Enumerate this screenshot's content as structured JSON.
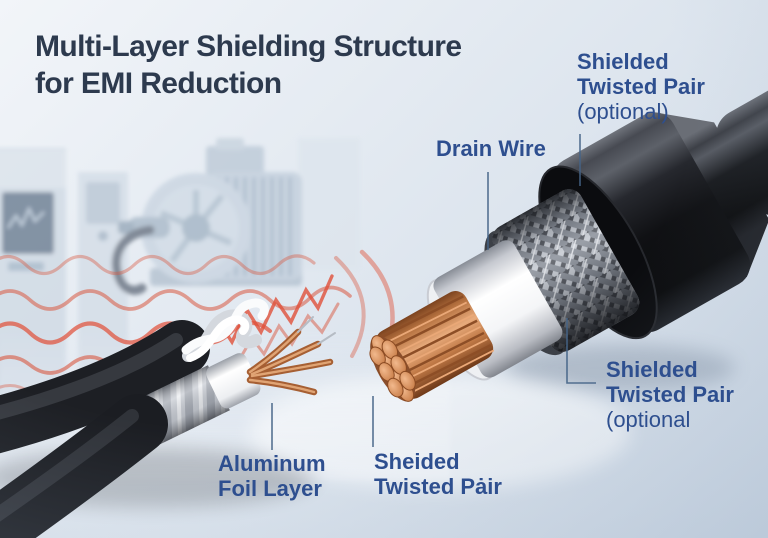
{
  "title": {
    "line1": "Multi-Layer Shielding Structure",
    "line2": "for EMI Reduction"
  },
  "callouts": {
    "drain_wire": {
      "label": "Drain Wire"
    },
    "stp_top": {
      "line1": "Shielded",
      "line2": "Twisted Pair",
      "line3": "(optional)"
    },
    "stp_right": {
      "line1": "Shielded",
      "line2": "Twisted Pair",
      "line3": "(optional"
    },
    "aluminum_foil": {
      "line1": "Aluminum",
      "line2": "Foil Layer"
    },
    "stp_bottom": {
      "line1": "Sheided",
      "line2": "Twisted Pȧir"
    }
  },
  "colors": {
    "title": "#2d3a4e",
    "label": "#2e4f8f",
    "leader": "#456487",
    "bg_top": "#f2f5f9",
    "bg_mid": "#dde5ee",
    "bg_bot": "#c6d2e0",
    "emi_wave": "#d9573f",
    "copper": "#b5713f",
    "jacket_black": "#17191e",
    "braid_silver": "#9aa0a8",
    "foil_silver": "#c9cdd4",
    "dielectric_white": "#f4f5f7"
  }
}
